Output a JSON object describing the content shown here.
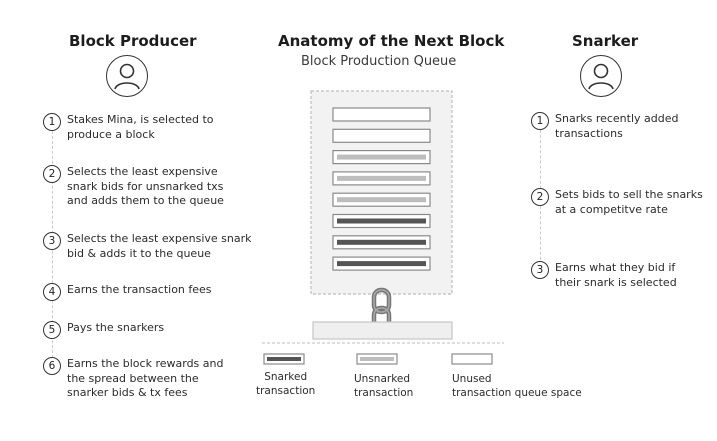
{
  "center": {
    "title": "Anatomy of the Next Block",
    "subtitle": "Block Production Queue"
  },
  "producer": {
    "title": "Block Producer",
    "steps": [
      {
        "num": "1",
        "text": "Stakes Mina, is selected to\nproduce a block"
      },
      {
        "num": "2",
        "text": "Selects the least expensive\nsnark bids for unsnarked txs\nand adds them to the queue"
      },
      {
        "num": "3",
        "text": "Selects the least expensive snark\nbid & adds it to the queue"
      },
      {
        "num": "4",
        "text": "Earns the transaction fees"
      },
      {
        "num": "5",
        "text": "Pays the snarkers"
      },
      {
        "num": "6",
        "text": "Earns the block rewards and\nthe spread between the\nsnarker bids & tx fees"
      }
    ]
  },
  "snarker": {
    "title": "Snarker",
    "steps": [
      {
        "num": "1",
        "text": "Snarks recently added\ntransactions"
      },
      {
        "num": "2",
        "text": "Sets bids to sell the snarks\nat a competitve rate"
      },
      {
        "num": "3",
        "text": "Earns what they bid if\ntheir snark is selected"
      }
    ]
  },
  "legend": {
    "snarked": "Snarked\ntransaction",
    "unsnarked": "Unsnarked\ntransaction",
    "unused": "Unused\ntransaction queue space"
  },
  "queue_slots": [
    "unused",
    "unused",
    "unsnarked",
    "unsnarked",
    "unsnarked",
    "snarked",
    "snarked",
    "snarked"
  ],
  "colors": {
    "snarked": "#555555",
    "unsnarked": "#bdbdbd",
    "unused": "#ffffff",
    "queue_bg": "#f2f2f2"
  }
}
